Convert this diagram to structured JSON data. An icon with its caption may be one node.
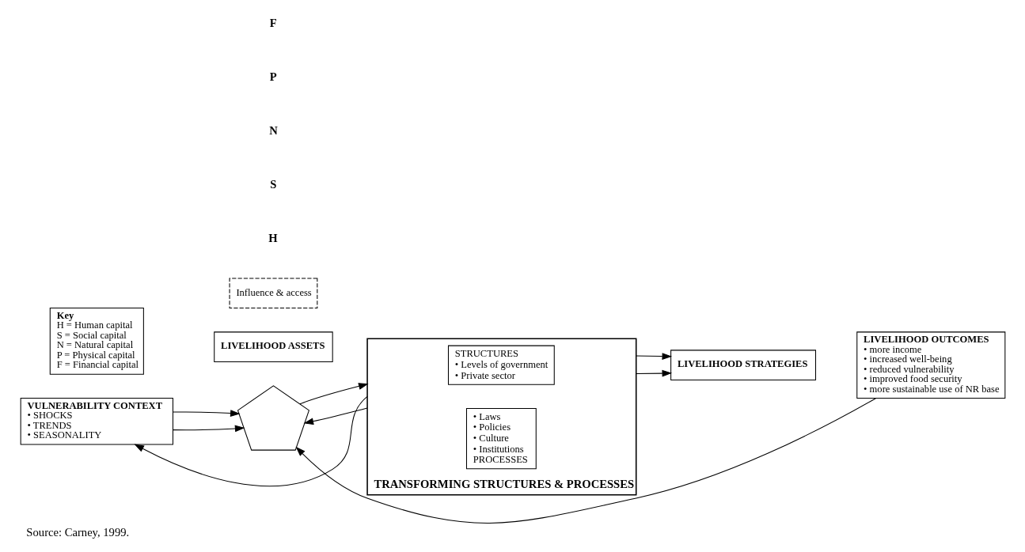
{
  "diagram": {
    "caption": "Source: Carney, 1999.",
    "nodes": [
      {
        "text": [
          "VULNERABILITY CONTEXT",
          "• SHOCKS",
          "• TRENDS",
          "• SEASONALITY"
        ]
      },
      {
        "text": [
          "LIVELIHOOD ASSETS"
        ]
      },
      {
        "text": [],
        "shape": "pentagon"
      },
      {
        "text": [
          "Influence & access"
        ]
      },
      {
        "text": [
          "TRANSFORMING STRUCTURES & PROCESSES"
        ]
      },
      {
        "text": [
          "STRUCTURES",
          "• Levels of government",
          "• Private sector"
        ],
        "in": 4
      },
      {
        "text": [
          "• Laws",
          "• Policies",
          "• Culture",
          "• Institutions",
          "PROCESSES"
        ],
        "in": 4
      },
      {
        "text": [
          "LIVELIHOOD STRATEGIES"
        ]
      },
      {
        "text": [
          "LIVELIHOOD OUTCOMES",
          "• more income",
          "• increased well-being",
          "• reduced vulnerability",
          "• improved food security",
          "• more sustainable use of NR base"
        ]
      },
      {
        "text": [
          "Key",
          "H = Human capital",
          "S = Social capital",
          "N = Natural capital",
          "P = Physical capital",
          "F = Financial capital"
        ]
      }
    ],
    "edges": [
      {
        "from": 0,
        "to": 2,
        "arrow": "to"
      },
      {
        "from": 0,
        "to": 2,
        "arrow": "to"
      },
      {
        "from": 2,
        "to": 4,
        "arrow": "to"
      },
      {
        "from": 4,
        "to": 2,
        "arrow": "to"
      },
      {
        "from": 4,
        "to": 7,
        "arrow": "to"
      },
      {
        "from": 4,
        "to": 7,
        "arrow": "to"
      },
      {
        "from": 4,
        "to": 0,
        "arrow": "to"
      },
      {
        "from": 8,
        "to": 2,
        "arrow": "to"
      }
    ],
    "labels": [
      "H",
      "S",
      "N",
      "P",
      "F"
    ]
  }
}
